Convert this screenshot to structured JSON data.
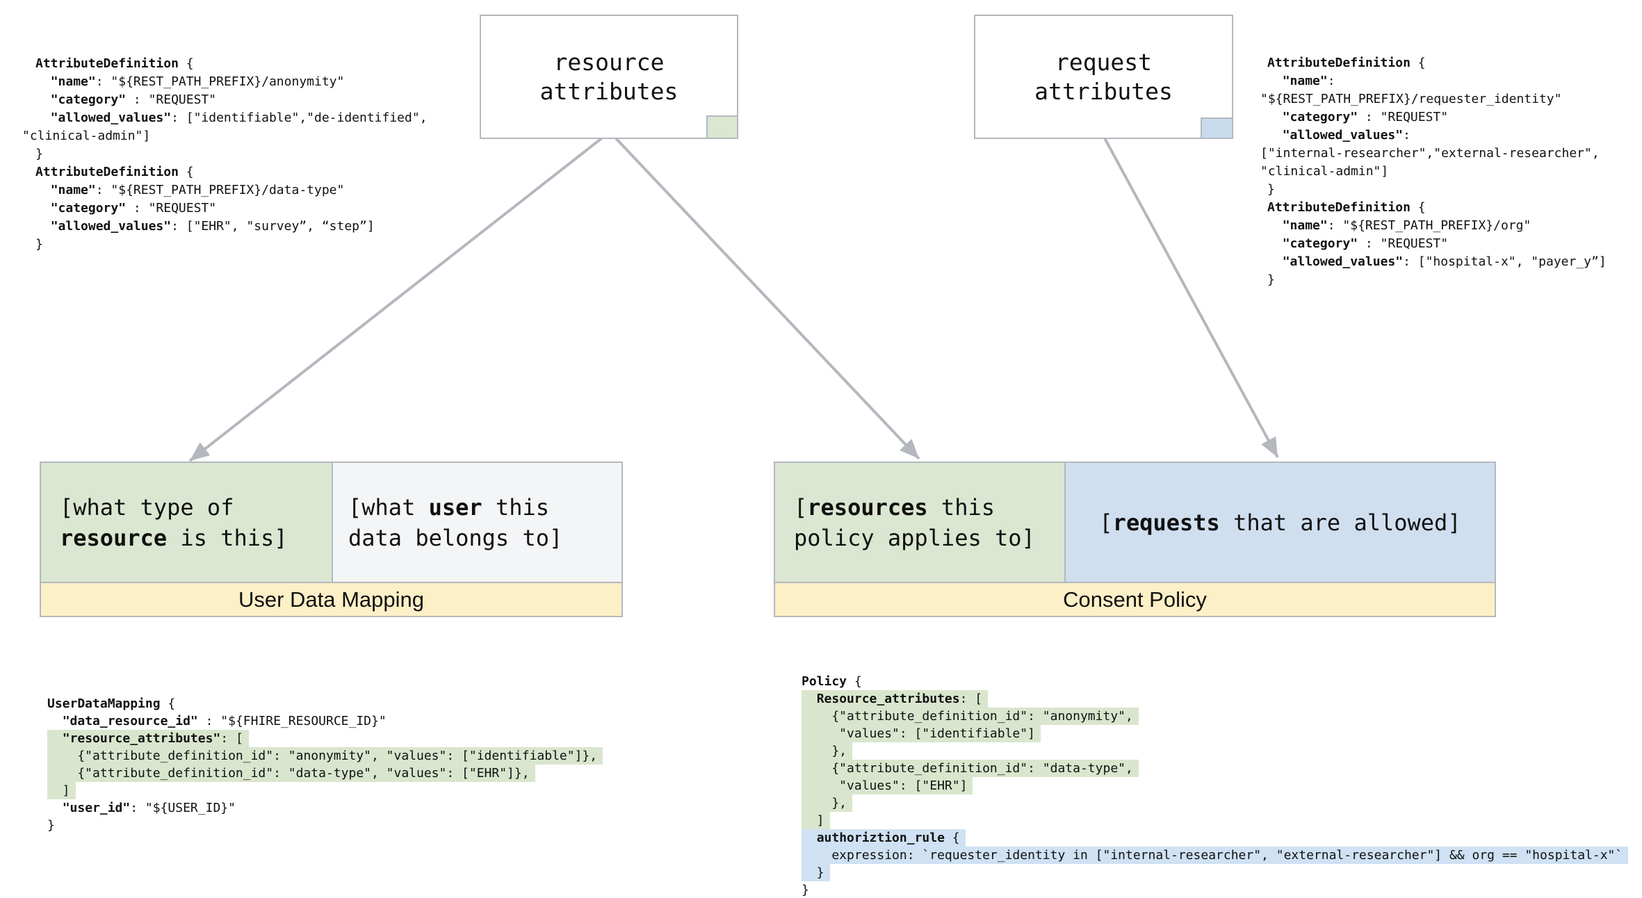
{
  "palette": {
    "border_gray": "#b4b8be",
    "arrow_gray": "#b4b8be",
    "green_fill": "#dbe7d1",
    "green_code_highlight": "#d9e6cd",
    "blue_fill": "#cfdfef",
    "blue_swatch": "#c9dcee",
    "blue_code_highlight": "#cfe1f3",
    "gray_cell_fill": "#f3f5f6",
    "yellow_bar_fill": "#fdf0c7",
    "text": "#111111"
  },
  "top_boxes": {
    "resource": {
      "label": "resource\nattributes"
    },
    "request": {
      "label": "request\nattributes"
    }
  },
  "mapping_box": {
    "left_cell_parts": [
      [
        "[what type of\n"
      ],
      [
        "resource",
        1
      ],
      [
        " is this]"
      ]
    ],
    "right_cell_parts": [
      [
        "[what "
      ],
      [
        "user",
        1
      ],
      [
        " this\ndata belongs to]"
      ]
    ],
    "bar_label": "User Data Mapping"
  },
  "policy_box": {
    "left_cell_parts": [
      [
        "["
      ],
      [
        "resources",
        1
      ],
      [
        " this\npolicy applies to]"
      ]
    ],
    "right_cell_parts": [
      [
        "["
      ],
      [
        "requests",
        1
      ],
      [
        " that are allowed]"
      ]
    ],
    "bar_label": "Consent Policy"
  },
  "code_blocks": {
    "attr_left": {
      "lines": [
        {
          "parts": [
            [
              "AttributeDefinition",
              1
            ],
            [
              " {"
            ]
          ]
        },
        {
          "parts": [
            [
              "  "
            ],
            [
              "\"name\"",
              1
            ],
            [
              ": \"${REST_PATH_PREFIX}/anonymity\""
            ]
          ]
        },
        {
          "parts": [
            [
              "  "
            ],
            [
              "\"category\"",
              1
            ],
            [
              " : \"REQUEST\""
            ]
          ]
        },
        {
          "parts": [
            [
              "  "
            ],
            [
              "\"allowed_values\"",
              1
            ],
            [
              ": [\"identifiable\",\"de-identified\","
            ]
          ]
        },
        {
          "out": true,
          "parts": [
            [
              "\"clinical-admin\"]"
            ]
          ]
        },
        {
          "parts": [
            [
              "}"
            ]
          ]
        },
        {
          "parts": [
            [
              "AttributeDefinition",
              1
            ],
            [
              " {"
            ]
          ]
        },
        {
          "parts": [
            [
              "  "
            ],
            [
              "\"name\"",
              1
            ],
            [
              ": \"${REST_PATH_PREFIX}/data-type\""
            ]
          ]
        },
        {
          "parts": [
            [
              "  "
            ],
            [
              "\"category\"",
              1
            ],
            [
              " : \"REQUEST\""
            ]
          ]
        },
        {
          "parts": [
            [
              "  "
            ],
            [
              "\"allowed_values\"",
              1
            ],
            [
              ": [\"EHR\", \"survey”, “step”]"
            ]
          ]
        },
        {
          "parts": [
            [
              "}"
            ]
          ]
        }
      ]
    },
    "attr_right": {
      "lines": [
        {
          "parts": [
            [
              "AttributeDefinition",
              1
            ],
            [
              " {"
            ]
          ]
        },
        {
          "parts": [
            [
              "  "
            ],
            [
              "\"name\"",
              1
            ],
            [
              ":"
            ]
          ]
        },
        {
          "out": true,
          "parts": [
            [
              "\"${REST_PATH_PREFIX}/requester_identity\""
            ]
          ]
        },
        {
          "parts": [
            [
              "  "
            ],
            [
              "\"category\"",
              1
            ],
            [
              " : \"REQUEST\""
            ]
          ]
        },
        {
          "parts": [
            [
              "  "
            ],
            [
              "\"allowed_values\"",
              1
            ],
            [
              ":"
            ]
          ]
        },
        {
          "out": true,
          "parts": [
            [
              "[\"internal-researcher\",\"external-researcher\","
            ]
          ]
        },
        {
          "out": true,
          "parts": [
            [
              "\"clinical-admin\"]"
            ]
          ]
        },
        {
          "parts": [
            [
              "}"
            ]
          ]
        },
        {
          "parts": [
            [
              "AttributeDefinition",
              1
            ],
            [
              " {"
            ]
          ]
        },
        {
          "parts": [
            [
              "  "
            ],
            [
              "\"name\"",
              1
            ],
            [
              ": \"${REST_PATH_PREFIX}/org\""
            ]
          ]
        },
        {
          "parts": [
            [
              "  "
            ],
            [
              "\"category\"",
              1
            ],
            [
              " : \"REQUEST\""
            ]
          ]
        },
        {
          "parts": [
            [
              "  "
            ],
            [
              "\"allowed_values\"",
              1
            ],
            [
              ": [\"hospital-x\", \"payer_y”]"
            ]
          ]
        },
        {
          "parts": [
            [
              "}"
            ]
          ]
        }
      ]
    },
    "user_data_mapping": {
      "lines": [
        {
          "parts": [
            [
              "UserDataMapping",
              1
            ],
            [
              " {"
            ]
          ]
        },
        {
          "parts": [
            [
              "  "
            ],
            [
              "\"data_resource_id\"",
              1
            ],
            [
              " : \"${FHIRE_RESOURCE_ID}\""
            ]
          ]
        },
        {
          "hl": "green",
          "parts": [
            [
              "  "
            ],
            [
              "\"resource_attributes\"",
              1
            ],
            [
              ": ["
            ]
          ]
        },
        {
          "hl": "green",
          "parts": [
            [
              "    {\"attribute_definition_id\": \"anonymity\", \"values\": [\"identifiable\"]},"
            ]
          ]
        },
        {
          "hl": "green",
          "parts": [
            [
              "    {\"attribute_definition_id\": \"data-type\", \"values\": [\"EHR\"]},"
            ]
          ]
        },
        {
          "hl": "green",
          "parts": [
            [
              "  ]"
            ]
          ]
        },
        {
          "parts": [
            [
              "  "
            ],
            [
              "\"user_id\"",
              1
            ],
            [
              ": \"${USER_ID}\""
            ]
          ]
        },
        {
          "parts": [
            [
              "}"
            ]
          ]
        }
      ]
    },
    "policy": {
      "lines": [
        {
          "parts": [
            [
              "Policy",
              1
            ],
            [
              " {"
            ]
          ]
        },
        {
          "hl": "green",
          "parts": [
            [
              "  "
            ],
            [
              "Resource_attributes",
              1
            ],
            [
              ": ["
            ]
          ]
        },
        {
          "hl": "green",
          "parts": [
            [
              "    {\"attribute_definition_id\": \"anonymity\","
            ]
          ]
        },
        {
          "hl": "green",
          "parts": [
            [
              "     \"values\": [\"identifiable\"]"
            ]
          ]
        },
        {
          "hl": "green",
          "parts": [
            [
              "    },"
            ]
          ]
        },
        {
          "hl": "green",
          "parts": [
            [
              "    {\"attribute_definition_id\": \"data-type\","
            ]
          ]
        },
        {
          "hl": "green",
          "parts": [
            [
              "     \"values\": [\"EHR\"]"
            ]
          ]
        },
        {
          "hl": "green",
          "parts": [
            [
              "    },"
            ]
          ]
        },
        {
          "hl": "green",
          "parts": [
            [
              "  ]"
            ]
          ]
        },
        {
          "hl": "blue",
          "parts": [
            [
              "  "
            ],
            [
              "authoriztion_rule",
              1
            ],
            [
              " {"
            ]
          ]
        },
        {
          "hl": "blue",
          "parts": [
            [
              "    expression: `requester_identity in [\"internal-researcher\", \"external-researcher\"] && org == \"hospital-x\"`"
            ]
          ]
        },
        {
          "hl": "blue",
          "parts": [
            [
              "  }"
            ]
          ]
        },
        {
          "parts": [
            [
              "}"
            ]
          ]
        }
      ]
    }
  }
}
